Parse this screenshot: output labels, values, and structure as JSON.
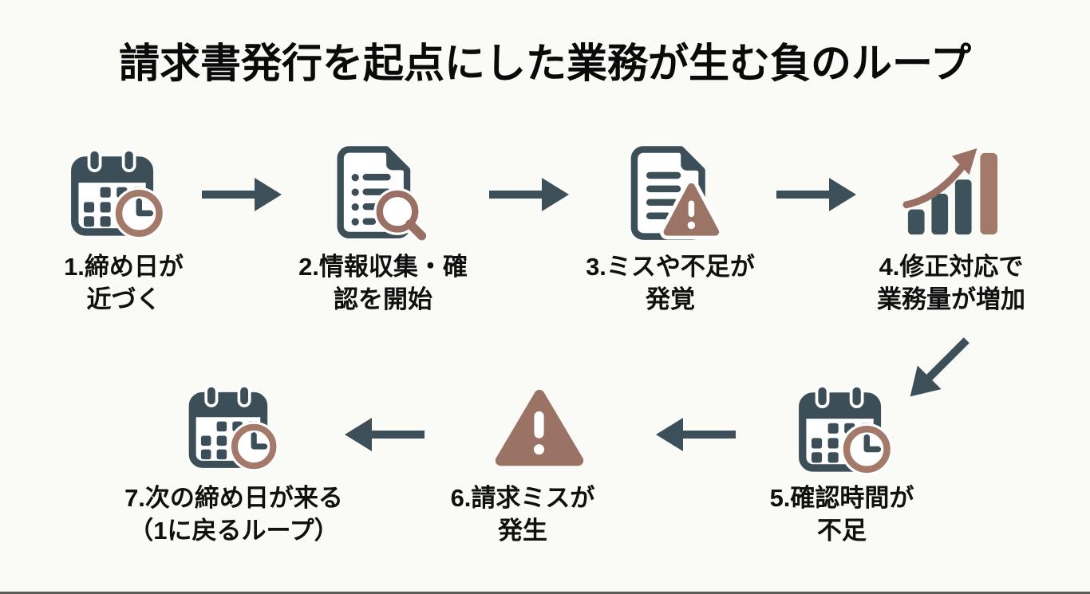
{
  "title": "請求書発行を起点にした業務が生む負のループ",
  "colors": {
    "background": "#fafaf6",
    "dark_slate": "#3c4f59",
    "brown": "#a3796a",
    "brown_dark": "#997063",
    "text": "#0c0c0c"
  },
  "steps": [
    {
      "id": 1,
      "icon": "calendar-clock-icon",
      "line1": "1.締め日が",
      "line2": "近づく"
    },
    {
      "id": 2,
      "icon": "document-search-icon",
      "line1": "2.情報収集・確",
      "line2": "認を開始"
    },
    {
      "id": 3,
      "icon": "document-warning-icon",
      "line1": "3.ミスや不足が",
      "line2": "発覚"
    },
    {
      "id": 4,
      "icon": "bar-chart-growth-icon",
      "line1": "4.修正対応で",
      "line2": "業務量が増加"
    },
    {
      "id": 5,
      "icon": "calendar-clock-icon",
      "line1": "5.確認時間が",
      "line2": "不足"
    },
    {
      "id": 6,
      "icon": "warning-triangle-icon",
      "line1": "6.請求ミスが",
      "line2": "発生"
    },
    {
      "id": 7,
      "icon": "calendar-clock-icon",
      "line1": "7.次の締め日が来る",
      "line2": "（1に戻るループ）"
    }
  ],
  "arrows": [
    {
      "from": 1,
      "to": 2,
      "direction": "right"
    },
    {
      "from": 2,
      "to": 3,
      "direction": "right"
    },
    {
      "from": 3,
      "to": 4,
      "direction": "right"
    },
    {
      "from": 4,
      "to": 5,
      "direction": "down-left"
    },
    {
      "from": 5,
      "to": 6,
      "direction": "left"
    },
    {
      "from": 6,
      "to": 7,
      "direction": "left"
    }
  ]
}
